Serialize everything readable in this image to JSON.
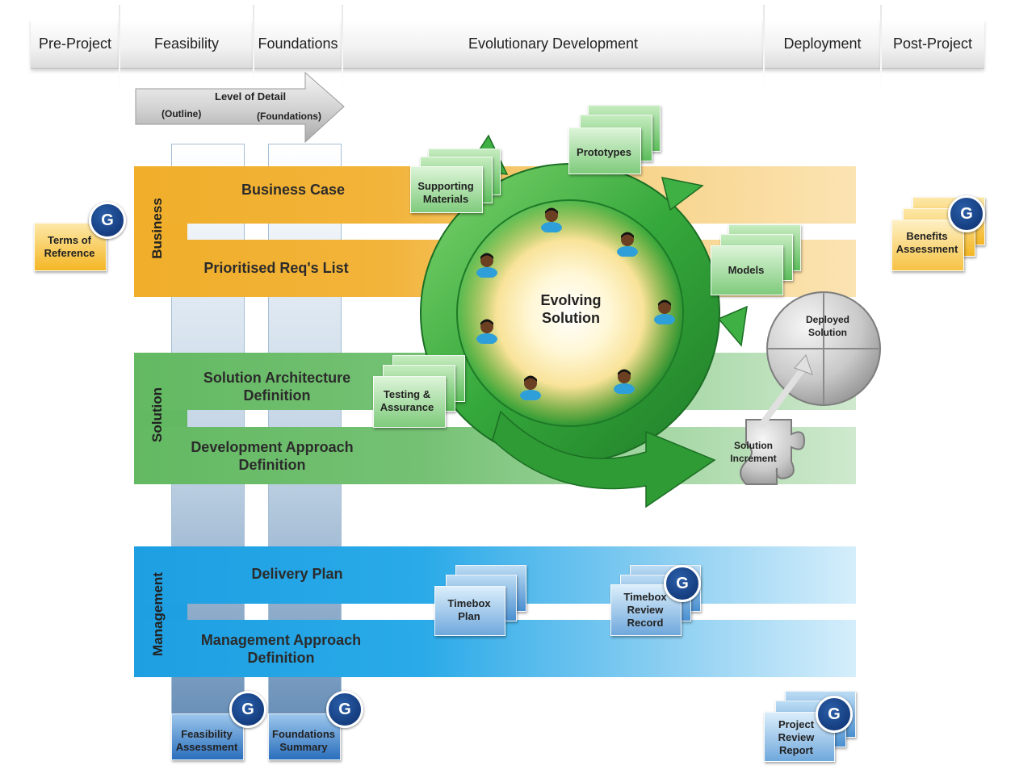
{
  "phases": [
    "Pre-Project",
    "Feasibility",
    "Foundations",
    "Evolutionary Development",
    "Deployment",
    "Post-Project"
  ],
  "detail_arrow": {
    "title": "Level of Detail",
    "left": "(Outline)",
    "right": "(Foundations)"
  },
  "band_labels": {
    "business": "Business",
    "solution": "Solution",
    "management": "Management"
  },
  "products": {
    "business_case": "Business Case",
    "prioritised_reqs": "Prioritised Req's List",
    "solution_architecture": [
      "Solution Architecture",
      "Definition"
    ],
    "development_approach": [
      "Development Approach",
      "Definition"
    ],
    "delivery_plan": "Delivery Plan",
    "management_approach": [
      "Management Approach",
      "Definition"
    ]
  },
  "documents": {
    "terms_of_reference": [
      "Terms of",
      "Reference"
    ],
    "benefits_assessment": [
      "Benefits",
      "Assessment"
    ],
    "supporting_materials": [
      "Supporting",
      "Materials"
    ],
    "prototypes": "Prototypes",
    "models": "Models",
    "testing_assurance": [
      "Testing &",
      "Assurance"
    ],
    "timebox_plan": [
      "Timebox",
      "Plan"
    ],
    "timebox_review_record": [
      "Timebox",
      "Review",
      "Record"
    ],
    "feasibility_assessment": [
      "Feasibility",
      "Assessment"
    ],
    "foundations_summary": [
      "Foundations",
      "Summary"
    ],
    "project_review_report": [
      "Project",
      "Review",
      "Report"
    ]
  },
  "center": [
    "Evolving",
    "Solution"
  ],
  "puzzle": {
    "deployed": [
      "Deployed",
      "Solution"
    ],
    "increment": [
      "Solution",
      "Increment"
    ]
  },
  "gate_badge": "G",
  "colors": {
    "business": "#f0a819",
    "solution": "#3aa53a",
    "management": "#1e9ee0",
    "badge": "#16418a",
    "cycle": "#33a83a"
  }
}
